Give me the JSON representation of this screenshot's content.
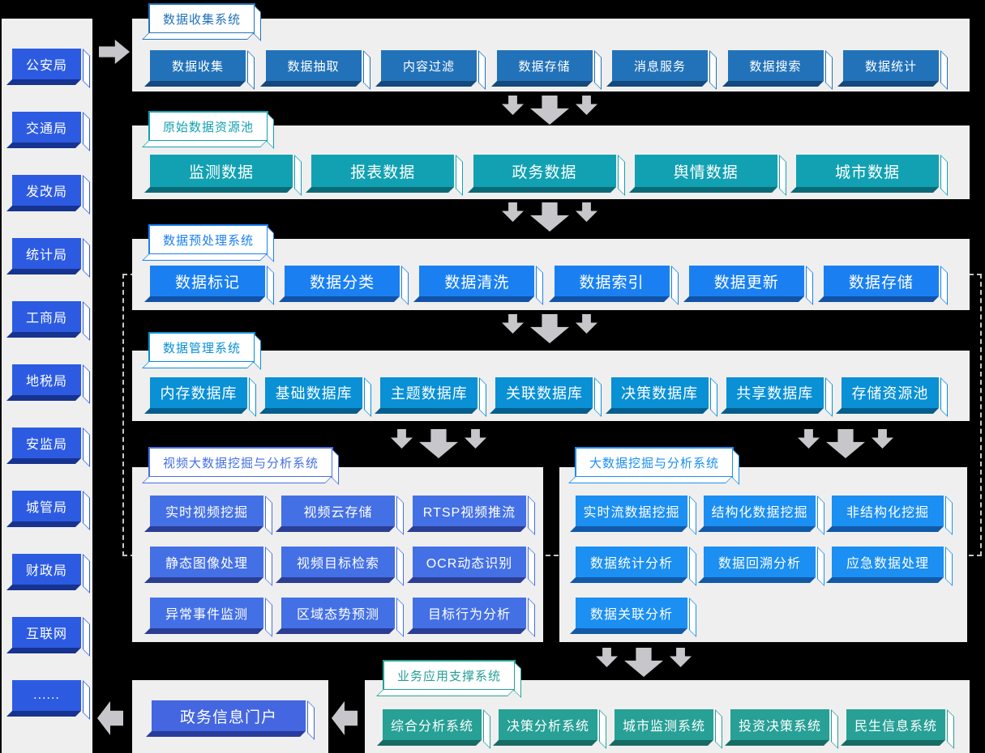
{
  "sidebar": {
    "items": [
      "公安局",
      "交通局",
      "发改局",
      "统计局",
      "工商局",
      "地税局",
      "安监局",
      "城管局",
      "财政局",
      "互联网",
      "......"
    ]
  },
  "sections": {
    "collection": {
      "title": "数据收集系统",
      "items": [
        "数据收集",
        "数据抽取",
        "内容过滤",
        "数据存储",
        "消息服务",
        "数据搜索",
        "数据统计"
      ]
    },
    "raw_pool": {
      "title": "原始数据资源池",
      "items": [
        "监测数据",
        "报表数据",
        "政务数据",
        "舆情数据",
        "城市数据"
      ]
    },
    "preprocess": {
      "title": "数据预处理系统",
      "items": [
        "数据标记",
        "数据分类",
        "数据清洗",
        "数据索引",
        "数据更新",
        "数据存储"
      ]
    },
    "management": {
      "title": "数据管理系统",
      "items": [
        "内存数据库",
        "基础数据库",
        "主题数据库",
        "关联数据库",
        "决策数据库",
        "共享数据库",
        "存储资源池"
      ]
    },
    "video_mining": {
      "title": "视频大数据挖掘与分析系统",
      "items": [
        "实时视频挖掘",
        "视频云存储",
        "RTSP视频推流",
        "静态图像处理",
        "视频目标检索",
        "OCR动态识别",
        "异常事件监测",
        "区域态势预测",
        "目标行为分析"
      ]
    },
    "big_mining": {
      "title": "大数据挖掘与分析系统",
      "items": [
        "实时流数据挖掘",
        "结构化数据挖掘",
        "非结构化挖掘",
        "数据统计分析",
        "数据回溯分析",
        "应急数据处理",
        "数据关联分析"
      ]
    },
    "business": {
      "title": "业务应用支撑系统",
      "items": [
        "综合分析系统",
        "决策分析系统",
        "城市监测系统",
        "投资决策系统",
        "民生信息系统"
      ]
    },
    "portal": {
      "items": [
        "政务信息门户"
      ]
    }
  },
  "colors": {
    "collection": "#2272b9",
    "raw_pool": "#12a1b2",
    "preprocess": "#1a80f2",
    "management": "#0990d5",
    "video_mining": "#4470e6",
    "big_mining": "#1b8ff2",
    "business": "#27a096",
    "sidebar": "#2c5be2",
    "portal": "#4466e0",
    "panel_background": "#efefef",
    "arrow": "#c7c7cb"
  },
  "icons": {
    "down_arrow": "▼",
    "left_arrow": "◀",
    "right_arrow": "▶"
  }
}
